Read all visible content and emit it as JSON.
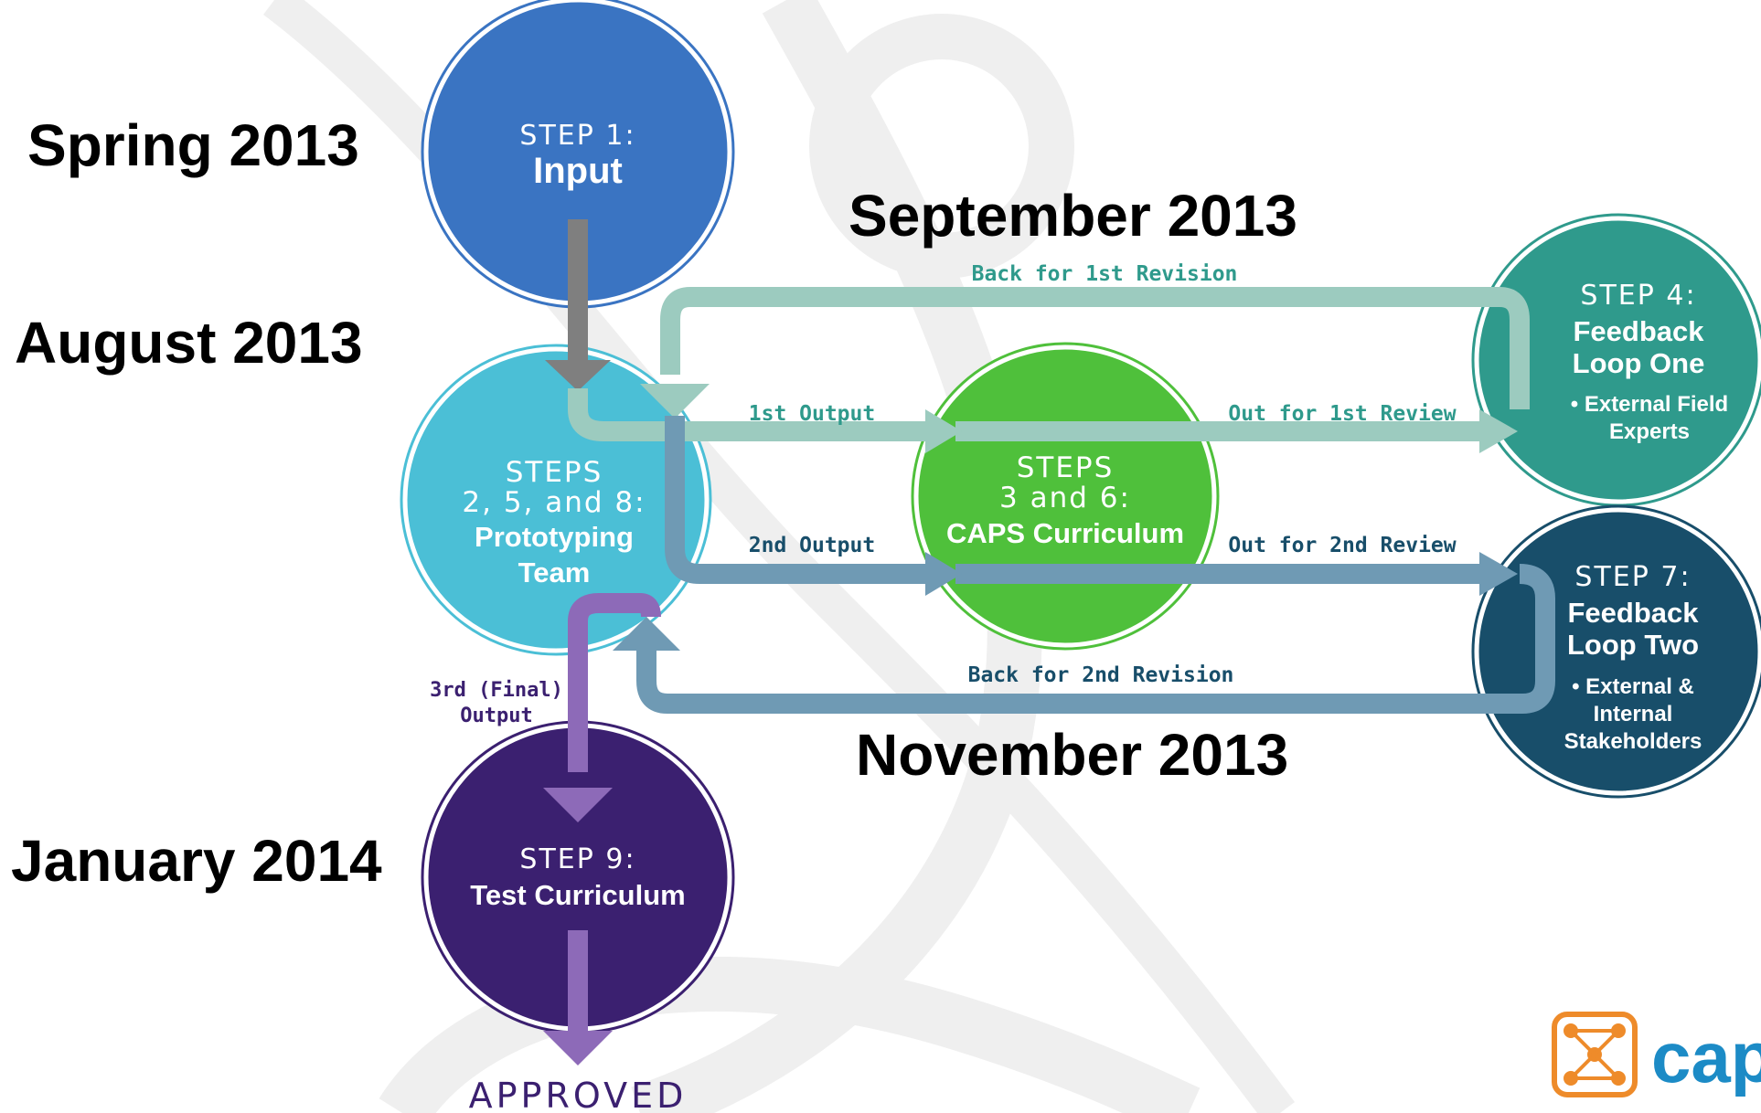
{
  "dates": {
    "spring": "Spring 2013",
    "august": "August 2013",
    "september": "September 2013",
    "november": "November 2013",
    "january": "January 2014"
  },
  "steps": {
    "step1": {
      "title": "STEP 1:",
      "name": "Input",
      "color": "#3a74c2"
    },
    "proto": {
      "title1": "STEPS",
      "title2": "2, 5, and 8:",
      "name1": "Prototyping",
      "name2": "Team",
      "color": "#4bbfd6"
    },
    "caps": {
      "title1": "STEPS",
      "title2": "3 and 6:",
      "name": "CAPS Curriculum",
      "color": "#4fc03b"
    },
    "step4": {
      "title": "STEP 4:",
      "name1": "Feedback",
      "name2": "Loop One",
      "bullet1": "• External Field",
      "bullet2": "Experts",
      "color": "#2f9a8c"
    },
    "step7": {
      "title": "STEP 7:",
      "name1": "Feedback",
      "name2": "Loop Two",
      "bullet1": "• External &",
      "bullet2": "Internal",
      "bullet3": "Stakeholders",
      "color": "#184e6a"
    },
    "step9": {
      "title": "STEP 9:",
      "name": "Test Curriculum",
      "color": "#3b2070"
    }
  },
  "arrows": {
    "back1": "Back for 1st Revision",
    "out1": "1st Output",
    "review1": "Out for 1st Review",
    "out2": "2nd Output",
    "review2": "Out for 2nd Review",
    "back2": "Back for 2nd Revision",
    "final1": "3rd (Final)",
    "final2": "Output"
  },
  "approved": "APPROVED",
  "colors": {
    "loop1": "#9ccbbf",
    "loop2": "#6f9ab4",
    "input_arrow": "#7f7f7f",
    "final_arrow": "#8d6ab8",
    "logo_orange": "#ee8b2a",
    "logo_blue": "#1c8bc6"
  },
  "logo": {
    "text": "cap"
  }
}
